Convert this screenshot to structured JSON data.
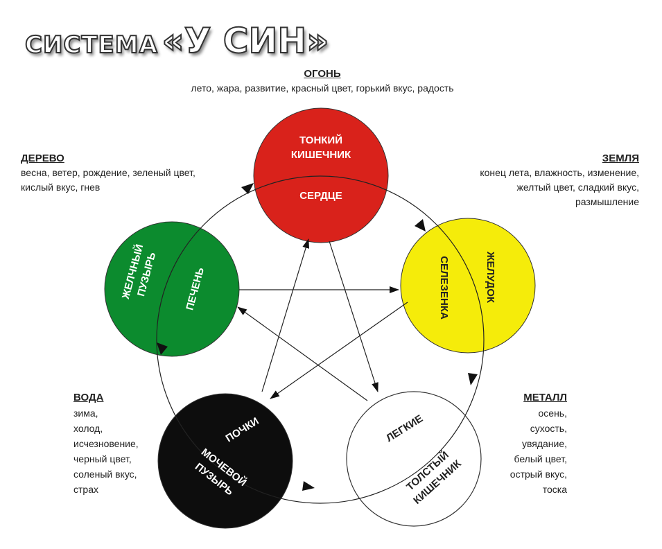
{
  "title": {
    "prefix": "СИСТЕМА",
    "main": "«У СИН»"
  },
  "elements": {
    "fire": {
      "name": "ОГОНЬ",
      "desc": [
        "лето, жара, развитие, красный цвет, горький вкус, радость"
      ],
      "organs": [
        "ТОНКИЙ",
        "КИШЕЧНИК",
        "СЕРДЦЕ"
      ],
      "color": "#d9221b"
    },
    "earth": {
      "name": "ЗЕМЛЯ",
      "desc": [
        "конец лета, влажность, изменение,",
        "желтый цвет, сладкий вкус,",
        "размышление"
      ],
      "organs": [
        "СЕЛЕЗЕНКА",
        "ЖЕЛУДОК"
      ],
      "color": "#f5ec0a"
    },
    "metal": {
      "name": "МЕТАЛЛ",
      "desc": [
        "осень,",
        "сухость,",
        "увядание,",
        "белый цвет,",
        "острый вкус,",
        "тоска"
      ],
      "organs": [
        "ЛЕГКИЕ",
        "ТОЛСТЫЙ",
        "КИШЕЧНИК"
      ],
      "color": "#ffffff"
    },
    "water": {
      "name": "ВОДА",
      "desc": [
        "зима,",
        "холод,",
        "исчезновение,",
        "черный цвет,",
        "соленый вкус,",
        "страх"
      ],
      "organs": [
        "ПОЧКИ",
        "МОЧЕВОЙ",
        "ПУЗЫРЬ"
      ],
      "color": "#0d0d0d"
    },
    "wood": {
      "name": "ДЕРЕВО",
      "desc": [
        "весна, ветер, рождение, зеленый цвет,",
        "кислый вкус, гнев"
      ],
      "organs": [
        "ЖЕЛЧНЫЙ",
        "ПУЗЫРЬ",
        "ПЕЧЕНЬ"
      ],
      "color": "#0c8b2e"
    }
  }
}
